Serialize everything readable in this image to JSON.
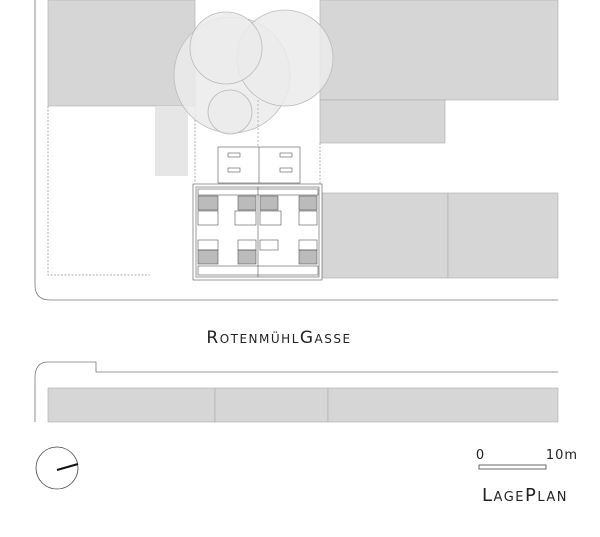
{
  "street_name": "RotenmühlGasse",
  "plan_title": "LagePlan",
  "scale_bar": {
    "start_label": "0",
    "end_label": "10m"
  },
  "colors": {
    "building": "#d6d6d6",
    "tree": "#e8e8e8",
    "line": "#666666"
  }
}
